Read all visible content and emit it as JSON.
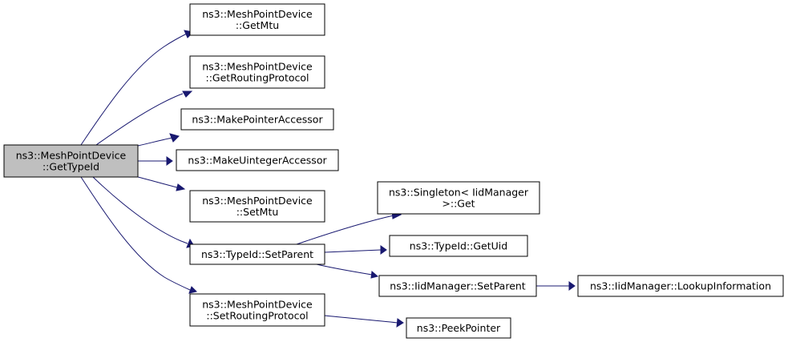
{
  "colors": {
    "edge": "#191970",
    "node_fill": "#ffffff",
    "root_fill": "#bfbfbf",
    "node_border": "#000000"
  },
  "nodes": [
    {
      "id": "root",
      "lines": [
        "ns3::MeshPointDevice",
        "::GetTypeId"
      ],
      "highlight": true
    },
    {
      "id": "getmtu",
      "lines": [
        "ns3::MeshPointDevice",
        "::GetMtu"
      ]
    },
    {
      "id": "getrouting",
      "lines": [
        "ns3::MeshPointDevice",
        "::GetRoutingProtocol"
      ]
    },
    {
      "id": "makeptr",
      "lines": [
        "ns3::MakePointerAccessor"
      ]
    },
    {
      "id": "makeuint",
      "lines": [
        "ns3::MakeUintegerAccessor"
      ]
    },
    {
      "id": "setmtu",
      "lines": [
        "ns3::MeshPointDevice",
        "::SetMtu"
      ]
    },
    {
      "id": "setparent",
      "lines": [
        "ns3::TypeId::SetParent"
      ]
    },
    {
      "id": "setrouting",
      "lines": [
        "ns3::MeshPointDevice",
        "::SetRoutingProtocol"
      ]
    },
    {
      "id": "singleton",
      "lines": [
        "ns3::Singleton< IidManager",
        " >::Get"
      ]
    },
    {
      "id": "getuid",
      "lines": [
        "ns3::TypeId::GetUid"
      ]
    },
    {
      "id": "iidsetparent",
      "lines": [
        "ns3::IidManager::SetParent"
      ]
    },
    {
      "id": "lookup",
      "lines": [
        "ns3::IidManager::LookupInformation"
      ]
    },
    {
      "id": "peek",
      "lines": [
        "ns3::PeekPointer"
      ]
    }
  ],
  "edges": [
    {
      "from": "root",
      "to": "getmtu"
    },
    {
      "from": "root",
      "to": "getrouting"
    },
    {
      "from": "root",
      "to": "makeptr"
    },
    {
      "from": "root",
      "to": "makeuint"
    },
    {
      "from": "root",
      "to": "setmtu"
    },
    {
      "from": "root",
      "to": "setparent"
    },
    {
      "from": "root",
      "to": "setrouting"
    },
    {
      "from": "setparent",
      "to": "singleton"
    },
    {
      "from": "setparent",
      "to": "getuid"
    },
    {
      "from": "setparent",
      "to": "iidsetparent"
    },
    {
      "from": "iidsetparent",
      "to": "lookup"
    },
    {
      "from": "setrouting",
      "to": "peek"
    }
  ]
}
